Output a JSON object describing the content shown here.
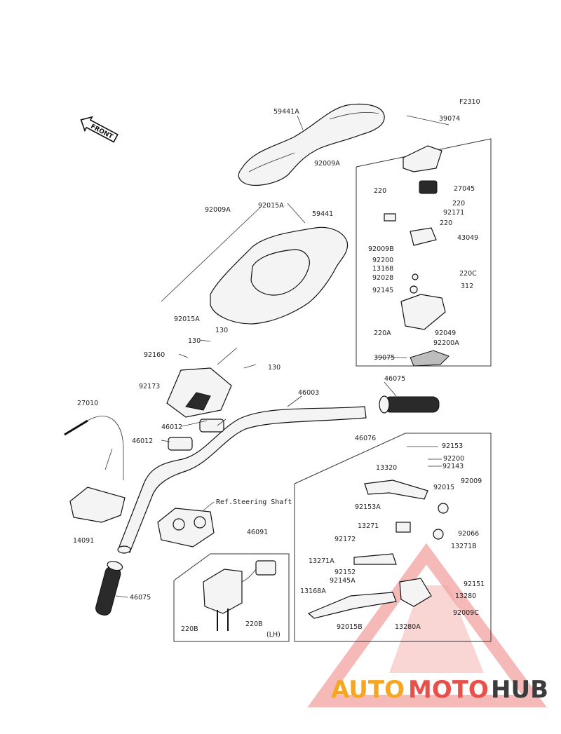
{
  "figure_code": "F2310",
  "front_label": "FRONT",
  "ref_label": "Ref.Steering Shaft",
  "side_label": "(LH)",
  "watermark": {
    "auto": "AUTO",
    "moto": "MOTO",
    "hub": "HUB"
  },
  "parts": {
    "p59441A": "59441A",
    "p92009A_top": "92009A",
    "p92009A_left": "92009A",
    "p92015A_top": "92015A",
    "p59441": "59441",
    "p92015A_bottom": "92015A",
    "p130_a": "130",
    "p130_b": "130",
    "p130_c": "130",
    "p92160": "92160",
    "p92173": "92173",
    "p46012_a": "46012",
    "p46012_b": "46012",
    "p27010": "27010",
    "p46003": "46003",
    "p46075_right": "46075",
    "p14091": "14091",
    "p46075_left": "46075",
    "p46091": "46091",
    "p220B_a": "220B",
    "p220B_b": "220B",
    "p39074": "39074",
    "p220_a": "220",
    "p27045": "27045",
    "p220_b": "220",
    "p92171": "92171",
    "p220_c": "220",
    "p43049": "43049",
    "p92009B": "92009B",
    "p92200_a": "92200",
    "p13168": "13168",
    "p220C": "220C",
    "p92028": "92028",
    "p312": "312",
    "p92145": "92145",
    "p220A": "220A",
    "p92049": "92049",
    "p92200A": "92200A",
    "p39075": "39075",
    "p46076": "46076",
    "p92153": "92153",
    "p92200_b": "92200",
    "p92143": "92143",
    "p13320": "13320",
    "p92015": "92015",
    "p92009": "92009",
    "p92153A": "92153A",
    "p13271": "13271",
    "p92066": "92066",
    "p92172": "92172",
    "p13271B": "13271B",
    "p13271A": "13271A",
    "p92152": "92152",
    "p92151": "92151",
    "p92145A": "92145A",
    "p13168A": "13168A",
    "p13280": "13280",
    "p92009C": "92009C",
    "p92015B": "92015B",
    "p13280A": "13280A"
  }
}
